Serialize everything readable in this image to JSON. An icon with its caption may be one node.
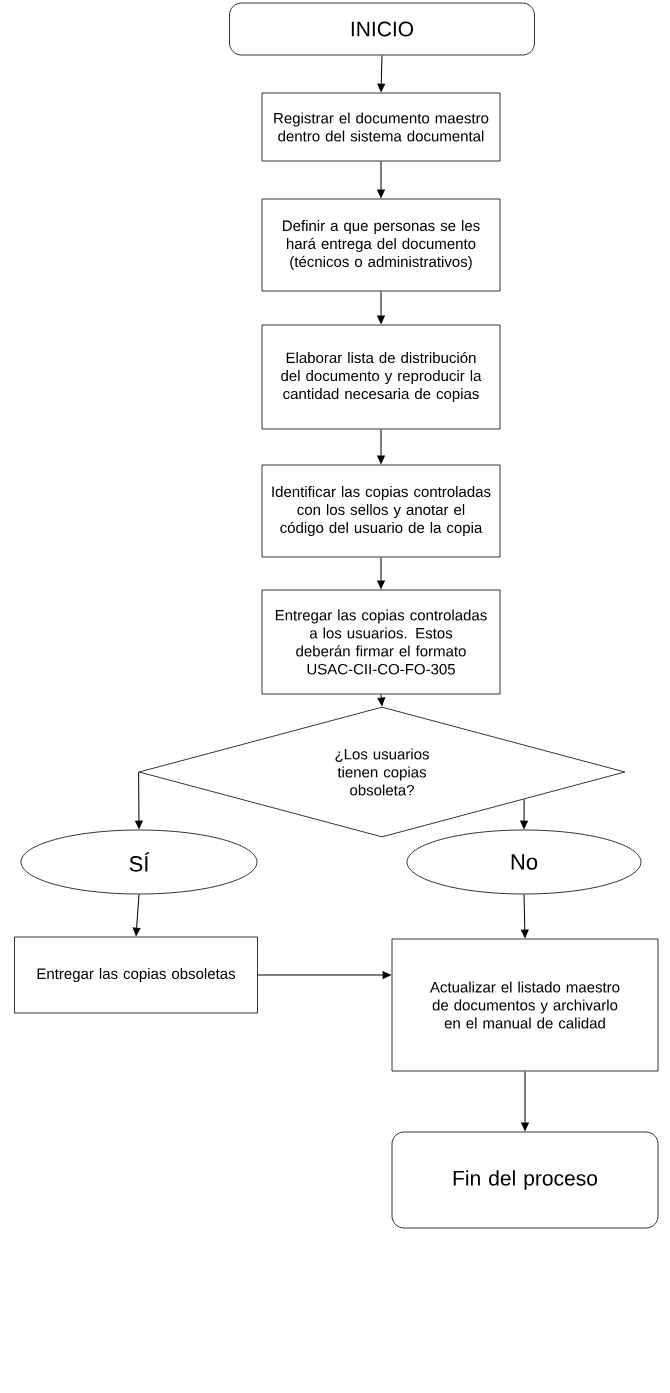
{
  "diagram": {
    "nodes": [
      {
        "text": [
          "INICIO"
        ]
      },
      {
        "text": [
          "Registrar el documento maestro dentro del sistema documental"
        ]
      },
      {
        "text": [
          "Definir a que personas se les hará entrega del documento (técnicos o administrativos)"
        ]
      },
      {
        "text": [
          "Elaborar lista de distribución del documento y reproducir la cantidad necesaria de copias"
        ]
      },
      {
        "text": [
          "Identificar las copias controladas con los sellos y anotar el código del usuario de la copia"
        ]
      },
      {
        "text": [
          "Entregar las copias controladas a los usuarios. Estos deberán firmar el formato USAC-CII-CO-FO-305"
        ]
      },
      {
        "text": [
          "¿Los usuarios tienen copias obsoleta?"
        ]
      },
      {
        "text": [
          "SÍ"
        ]
      },
      {
        "text": [
          "No"
        ]
      },
      {
        "text": [
          "Entregar las copias obsoletas"
        ]
      },
      {
        "text": [
          "Actualizar el listado maestro de documentos y archivarlo en el manual de calidad"
        ]
      },
      {
        "text": [
          "Fin del proceso"
        ]
      }
    ],
    "edges": [
      {
        "from": 0,
        "to": 1,
        "arrow": "to"
      },
      {
        "from": 1,
        "to": 2,
        "arrow": "to"
      },
      {
        "from": 2,
        "to": 3,
        "arrow": "to"
      },
      {
        "from": 3,
        "to": 4,
        "arrow": "to"
      },
      {
        "from": 4,
        "to": 5,
        "arrow": "to"
      },
      {
        "from": 5,
        "to": 6,
        "arrow": "to"
      },
      {
        "from": 6,
        "to": 7,
        "arrow": "to"
      },
      {
        "from": 6,
        "to": 8,
        "arrow": "to"
      },
      {
        "from": 7,
        "to": 9,
        "arrow": "to"
      },
      {
        "from": 8,
        "to": 10,
        "arrow": "to"
      },
      {
        "from": 9,
        "to": 10,
        "arrow": "to"
      },
      {
        "from": 10,
        "to": 11,
        "arrow": "to"
      }
    ]
  }
}
